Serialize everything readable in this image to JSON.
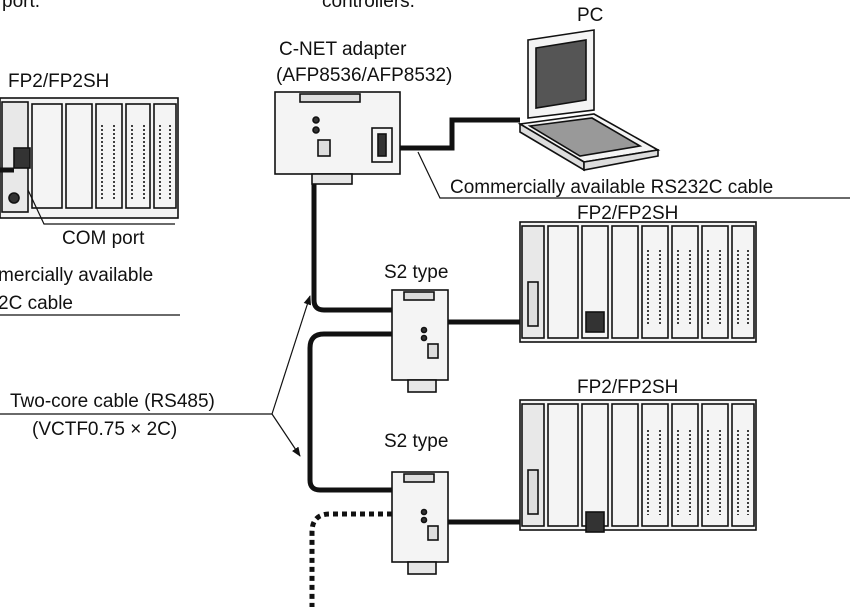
{
  "labels": {
    "top_left_fragment": "port.",
    "top_mid_fragment": "controllers.",
    "pc": "PC",
    "cnet_adapter": "C-NET adapter",
    "cnet_models": "(AFP8536/AFP8532)",
    "plc_left": "FP2/FP2SH",
    "com_port": "COM port",
    "left_cable_line1": "mercially available",
    "left_cable_line2": "2C cable",
    "rs232c_cable": "Commercially available RS232C cable",
    "plc_upper": "FP2/FP2SH",
    "plc_lower": "FP2/FP2SH",
    "s2_upper": "S2 type",
    "s2_lower": "S2 type",
    "two_core_cable": "Two-core cable (RS485)",
    "cable_spec": "(VCTF0.75 × 2C)"
  },
  "colors": {
    "ink": "#111111",
    "device_fill": "#f4f4f4",
    "screen_fill": "#555555"
  }
}
